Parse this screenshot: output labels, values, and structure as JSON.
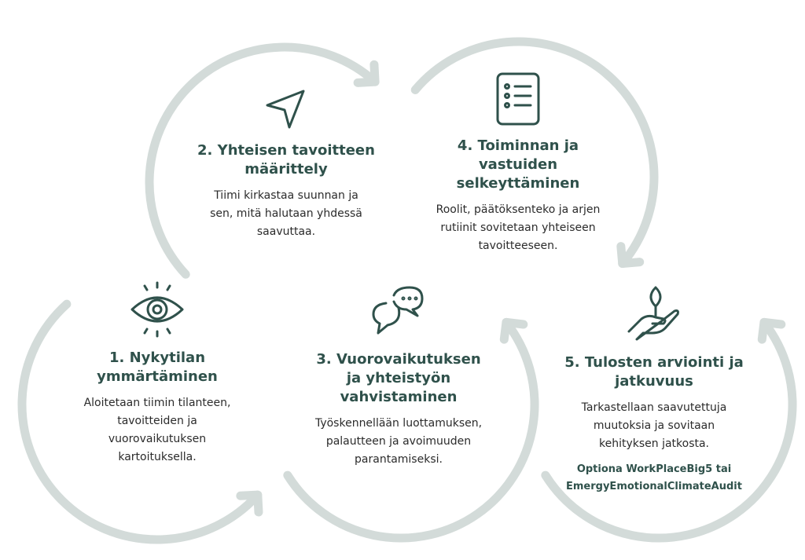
{
  "colors": {
    "accent": "#2f514b",
    "arc": "#d3dbd9",
    "text": "#2b2b2b"
  },
  "steps": [
    {
      "id": 1,
      "icon": "eye-icon",
      "title_lines": [
        "1. Nykytilan",
        "ymmärtäminen"
      ],
      "desc_lines": [
        "Aloitetaan tiimin tilanteen,",
        "tavoitteiden ja",
        "vuorovaikutuksen",
        "kartoituksella."
      ]
    },
    {
      "id": 2,
      "icon": "navigation-arrow-icon",
      "title_lines": [
        "2. Yhteisen tavoitteen",
        "määrittely"
      ],
      "desc_lines": [
        "Tiimi kirkastaa suunnan ja",
        "sen, mitä halutaan yhdessä",
        "saavuttaa."
      ]
    },
    {
      "id": 3,
      "icon": "chat-bubbles-icon",
      "title_lines": [
        "3. Vuorovaikutuksen",
        "ja yhteistyön",
        "vahvistaminen"
      ],
      "desc_lines": [
        "Työskennellään luottamuksen,",
        "palautteen ja avoimuuden",
        "parantamiseksi."
      ]
    },
    {
      "id": 4,
      "icon": "checklist-icon",
      "title_lines": [
        "4. Toiminnan ja",
        "vastuiden",
        "selkeyttäminen"
      ],
      "desc_lines": [
        "Roolit, päätöksenteko ja arjen",
        "rutiinit sovitetaan yhteiseen",
        "tavoitteeseen."
      ]
    },
    {
      "id": 5,
      "icon": "hand-with-plant-icon",
      "title_lines": [
        "5. Tulosten arviointi ja",
        "jatkuvuus"
      ],
      "desc_lines": [
        "Tarkastellaan saavutettuja",
        "muutoksia ja sovitaan",
        "kehityksen jatkosta."
      ],
      "extra_lines": [
        "Optiona WorkPlaceBig5 tai",
        "EmergyEmotionalClimateAudit"
      ]
    }
  ]
}
